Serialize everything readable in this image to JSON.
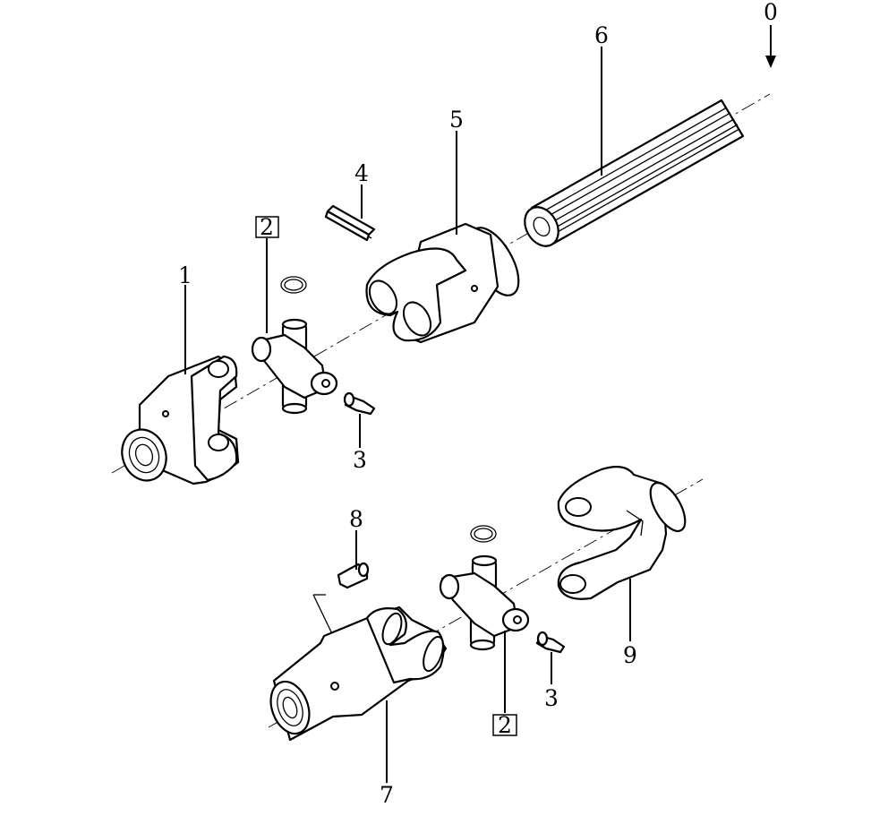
{
  "labels": {
    "view": "0",
    "p1": "1",
    "p2a": "2",
    "p2b": "2",
    "p3a": "3",
    "p3b": "3",
    "p4": "4",
    "p5": "5",
    "p6": "6",
    "p7": "7",
    "p8": "8",
    "p9": "9"
  },
  "colors": {
    "line": "#000000",
    "background": "#ffffff"
  }
}
